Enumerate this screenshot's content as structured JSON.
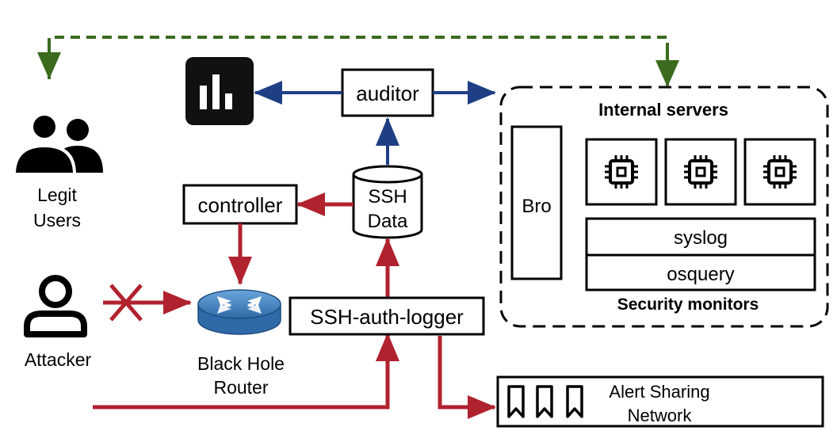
{
  "labels": {
    "auditor": "auditor",
    "controller": "controller",
    "ssh_data_line1": "SSH",
    "ssh_data_line2": "Data",
    "ssh_auth_logger": "SSH-auth-logger",
    "legit_users_line1": "Legit",
    "legit_users_line2": "Users",
    "attacker": "Attacker",
    "router_line1": "Black Hole",
    "router_line2": "Router",
    "internal_servers": "Internal servers",
    "bro": "Bro",
    "syslog": "syslog",
    "osquery": "osquery",
    "security_monitors": "Security monitors",
    "alert_line1": "Alert Sharing",
    "alert_line2": "Network"
  },
  "colors": {
    "red_arrow": "#b0222e",
    "blue_arrow": "#1f3f85",
    "green_dashed": "#3a6b1e",
    "router_blue": "#3c7ebf",
    "black": "#000000"
  },
  "icons": {
    "dashboard": "bar-chart-icon",
    "users": "users-icon",
    "attacker": "user-icon",
    "router": "router-icon",
    "cpu": "cpu-chip-icon",
    "bookmark": "bookmark-icon"
  }
}
